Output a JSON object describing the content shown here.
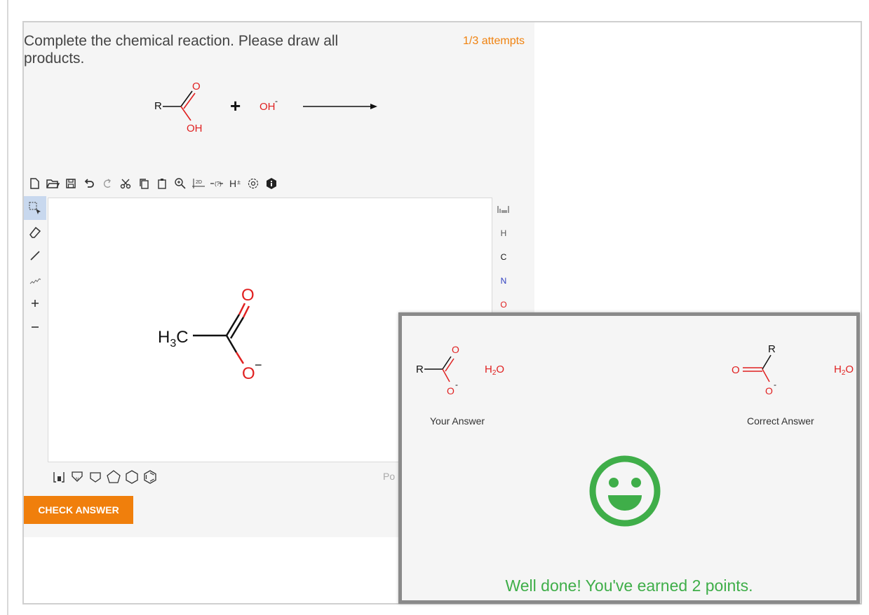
{
  "question": {
    "text": "Complete the chemical reaction. Please draw all products.",
    "attempts": "1/3 attempts"
  },
  "reaction": {
    "r_label": "R",
    "o_label": "O",
    "oh_label": "OH",
    "plus": "+",
    "hydroxide": "OH",
    "hydroxide_charge": "-"
  },
  "editor": {
    "toolbar_top": [
      "new-file-icon",
      "open-icon",
      "save-icon",
      "undo-icon",
      "redo-icon",
      "cut-icon",
      "copy-icon",
      "paste-icon",
      "zoom-icon",
      "layout-2d-icon",
      "check-icon",
      "hydrogen-icon",
      "settings-icon",
      "info-icon"
    ],
    "toolbar_left": [
      "select-icon",
      "eraser-icon",
      "bond-icon",
      "chain-icon",
      "charge-plus-icon",
      "charge-minus-icon"
    ],
    "elements": [
      {
        "symbol": "H",
        "color": "#555555"
      },
      {
        "symbol": "C",
        "color": "#111111"
      },
      {
        "symbol": "N",
        "color": "#3040c0"
      },
      {
        "symbol": "O",
        "color": "#e02020"
      }
    ],
    "powered_text": "Po",
    "canvas_molecule": {
      "h3c_main": "H",
      "h3c_sub": "3",
      "h3c_end": "C",
      "o_top": "O",
      "o_bottom": "O",
      "o_charge": "−"
    }
  },
  "check_button": {
    "label": "CHECK ANSWER",
    "color": "#f07f0c"
  },
  "result": {
    "your_answer_label": "Your Answer",
    "correct_answer_label": "Correct Answer",
    "message": "Well done! You've earned 2 points.",
    "smiley_color": "#3fae49",
    "your_r": "R",
    "your_o": "O",
    "your_o_bottom": "O",
    "your_charge": "-",
    "water_h": "H",
    "water_2": "2",
    "water_o": "O",
    "correct_r": "R",
    "correct_o": "O",
    "correct_o_bottom": "O",
    "correct_charge": "-"
  }
}
